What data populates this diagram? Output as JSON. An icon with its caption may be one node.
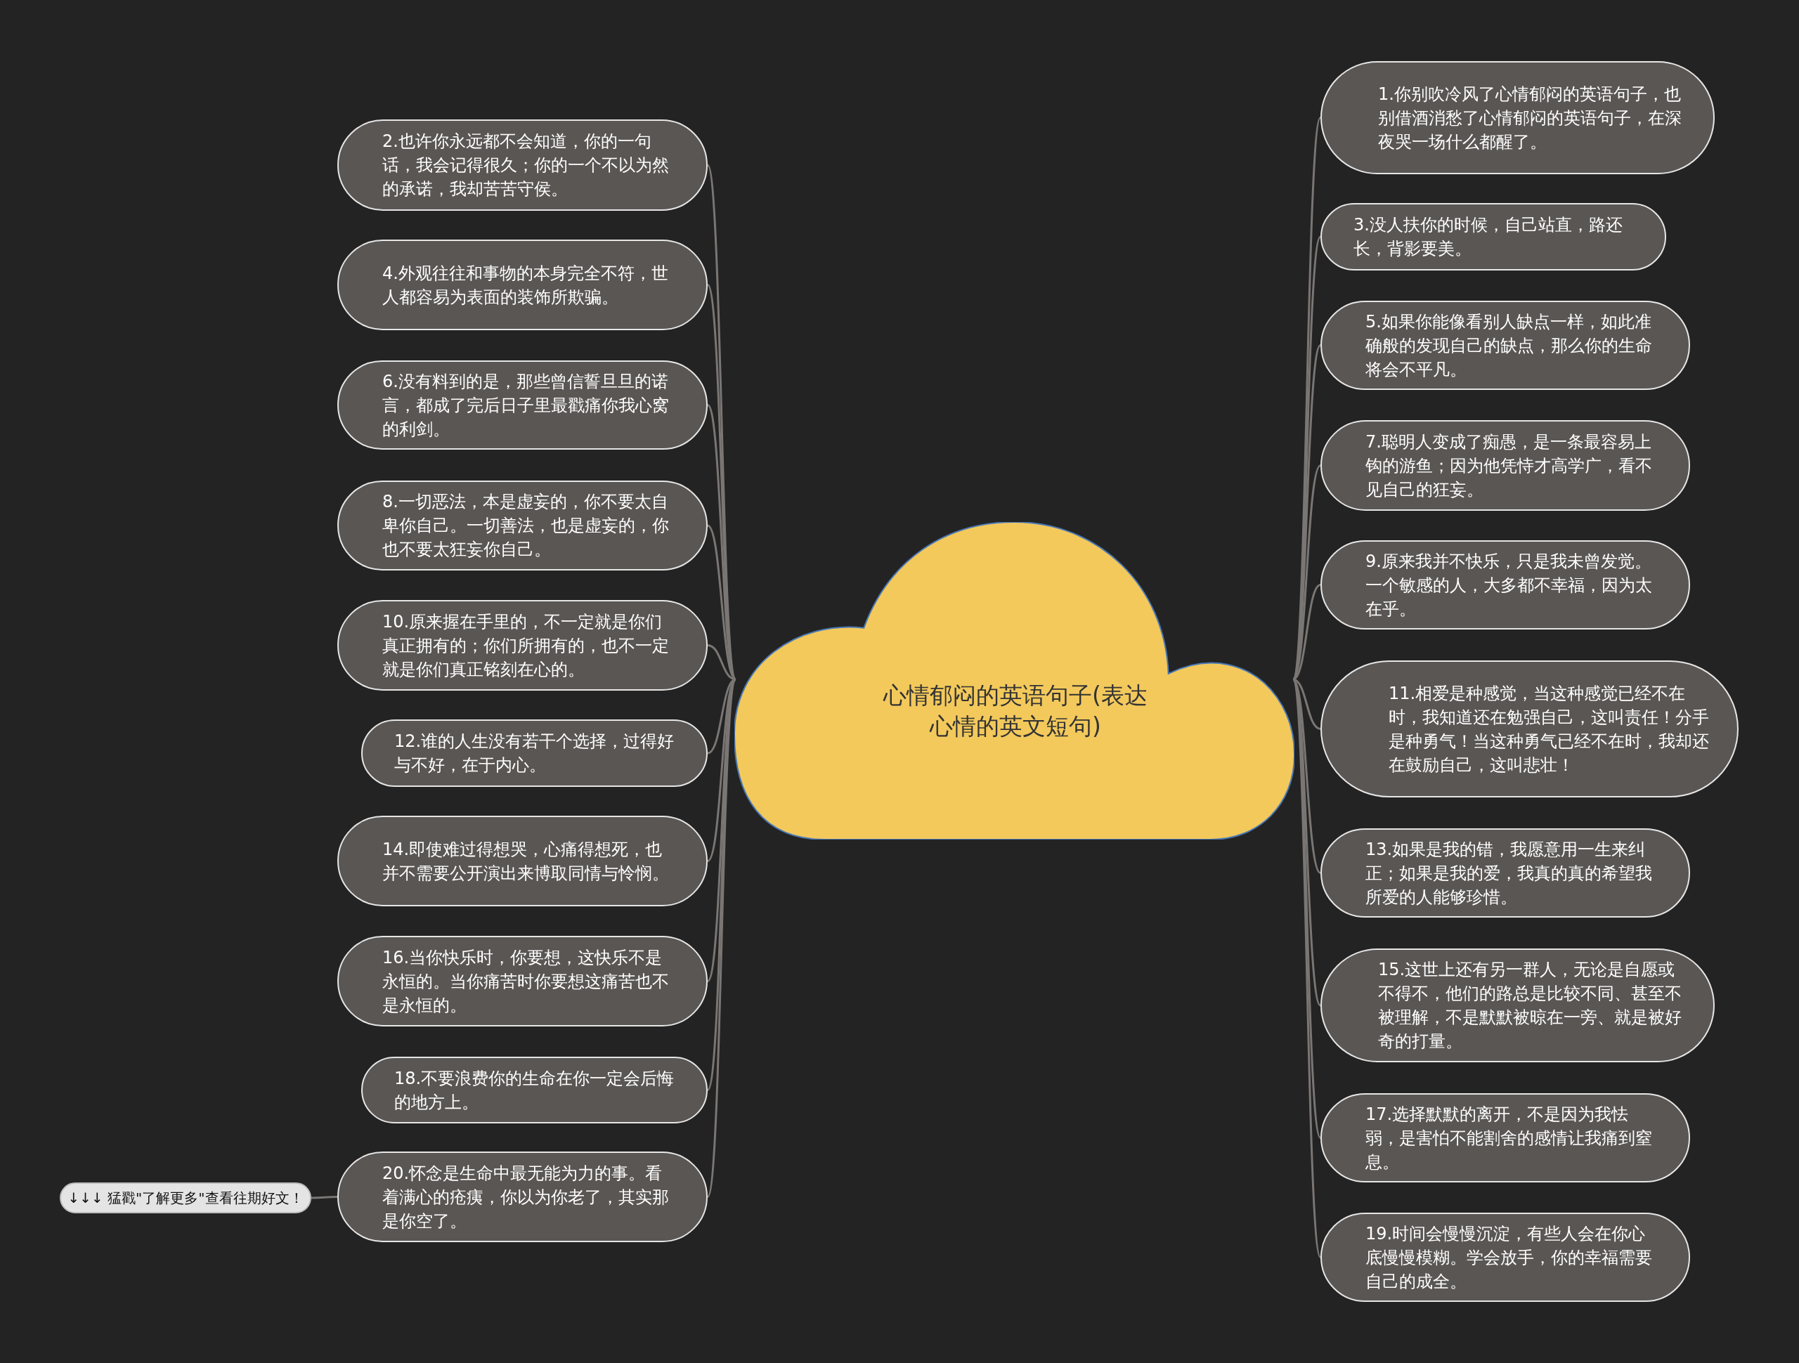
{
  "diagram": {
    "nodes": [
      {
        "text": [
          "心情郁闷的英语句子(表达心情的英文短句)"
        ]
      },
      {
        "text": [
          "1.你别吹冷风了心情郁闷的英语句子，也别借酒消愁了心情郁闷的英语句子，在深夜哭一场什么都醒了。"
        ]
      },
      {
        "text": [
          "2.也许你永远都不会知道，你的一句话，我会记得很久；你的一个不以为然的承诺，我却苦苦守侯。"
        ]
      },
      {
        "text": [
          "3.没人扶你的时候，自己站直，路还长，背影要美。"
        ]
      },
      {
        "text": [
          "4.外观往往和事物的本身完全不符，世人都容易为表面的装饰所欺骗。"
        ]
      },
      {
        "text": [
          "5.如果你能像看别人缺点一样，如此准确般的发现自己的缺点，那么你的生命将会不平凡。"
        ]
      },
      {
        "text": [
          "6.没有料到的是，那些曾信誓旦旦的诺言，都成了完后日子里最戳痛你我心窝的利剑。"
        ]
      },
      {
        "text": [
          "7.聪明人变成了痴愚，是一条最容易上钩的游鱼；因为他凭恃才高学广，看不见自己的狂妄。"
        ]
      },
      {
        "text": [
          "8.一切恶法，本是虚妄的，你不要太自卑你自己。一切善法，也是虚妄的，你也不要太狂妄你自己。"
        ]
      },
      {
        "text": [
          "9.原来我并不快乐，只是我未曾发觉。一个敏感的人，大多都不幸福，因为太在乎。"
        ]
      },
      {
        "text": [
          "10.原来握在手里的，不一定就是你们真正拥有的；你们所拥有的，也不一定就是你们真正铭刻在心的。"
        ]
      },
      {
        "text": [
          "11.相爱是种感觉，当这种感觉已经不在时，我知道还在勉强自己，这叫责任！分手是种勇气！当这种勇气已经不在时，我却还在鼓励自己，这叫悲壮！"
        ]
      },
      {
        "text": [
          "12.谁的人生没有若干个选择，过得好与不好，在于内心。"
        ]
      },
      {
        "text": [
          "13.如果是我的错，我愿意用一生来纠正；如果是我的爱，我真的真的希望我所爱的人能够珍惜。"
        ]
      },
      {
        "text": [
          "14.即使难过得想哭，心痛得想死，也并不需要公开演出来博取同情与怜悯。"
        ]
      },
      {
        "text": [
          "15.这世上还有另一群人，无论是自愿或不得不，他们的路总是比较不同、甚至不被理解，不是默默被晾在一旁、就是被好奇的打量。"
        ]
      },
      {
        "text": [
          "16.当你快乐时，你要想，这快乐不是永恒的。当你痛苦时你要想这痛苦也不是永恒的。"
        ]
      },
      {
        "text": [
          "17.选择默默的离开，不是因为我怯弱，是害怕不能割舍的感情让我痛到窒息。"
        ]
      },
      {
        "text": [
          "18.不要浪费你的生命在你一定会后悔的地方上。"
        ]
      },
      {
        "text": [
          "19.时间会慢慢沉淀，有些人会在你心底慢慢模糊。学会放手，你的幸福需要自己的成全。"
        ]
      },
      {
        "text": [
          "20.怀念是生命中最无能为力的事。看着满心的疮痍，你以为你老了，其实那是你空了。"
        ]
      },
      {
        "text": [
          "↓↓↓ 猛戳\"了解更多\"查看往期好文！"
        ]
      }
    ],
    "edges": [
      {
        "from": 0,
        "to": 1,
        "arrow": "none"
      },
      {
        "from": 0,
        "to": 2,
        "arrow": "none"
      },
      {
        "from": 0,
        "to": 3,
        "arrow": "none"
      },
      {
        "from": 0,
        "to": 4,
        "arrow": "none"
      },
      {
        "from": 0,
        "to": 5,
        "arrow": "none"
      },
      {
        "from": 0,
        "to": 6,
        "arrow": "none"
      },
      {
        "from": 0,
        "to": 7,
        "arrow": "none"
      },
      {
        "from": 0,
        "to": 8,
        "arrow": "none"
      },
      {
        "from": 0,
        "to": 9,
        "arrow": "none"
      },
      {
        "from": 0,
        "to": 10,
        "arrow": "none"
      },
      {
        "from": 0,
        "to": 11,
        "arrow": "none"
      },
      {
        "from": 0,
        "to": 12,
        "arrow": "none"
      },
      {
        "from": 0,
        "to": 13,
        "arrow": "none"
      },
      {
        "from": 0,
        "to": 14,
        "arrow": "none"
      },
      {
        "from": 0,
        "to": 15,
        "arrow": "none"
      },
      {
        "from": 0,
        "to": 16,
        "arrow": "none"
      },
      {
        "from": 0,
        "to": 17,
        "arrow": "none"
      },
      {
        "from": 0,
        "to": 18,
        "arrow": "none"
      },
      {
        "from": 0,
        "to": 19,
        "arrow": "none"
      },
      {
        "from": 0,
        "to": 20,
        "arrow": "none"
      },
      {
        "from": 20,
        "to": 21,
        "arrow": "none"
      }
    ]
  }
}
